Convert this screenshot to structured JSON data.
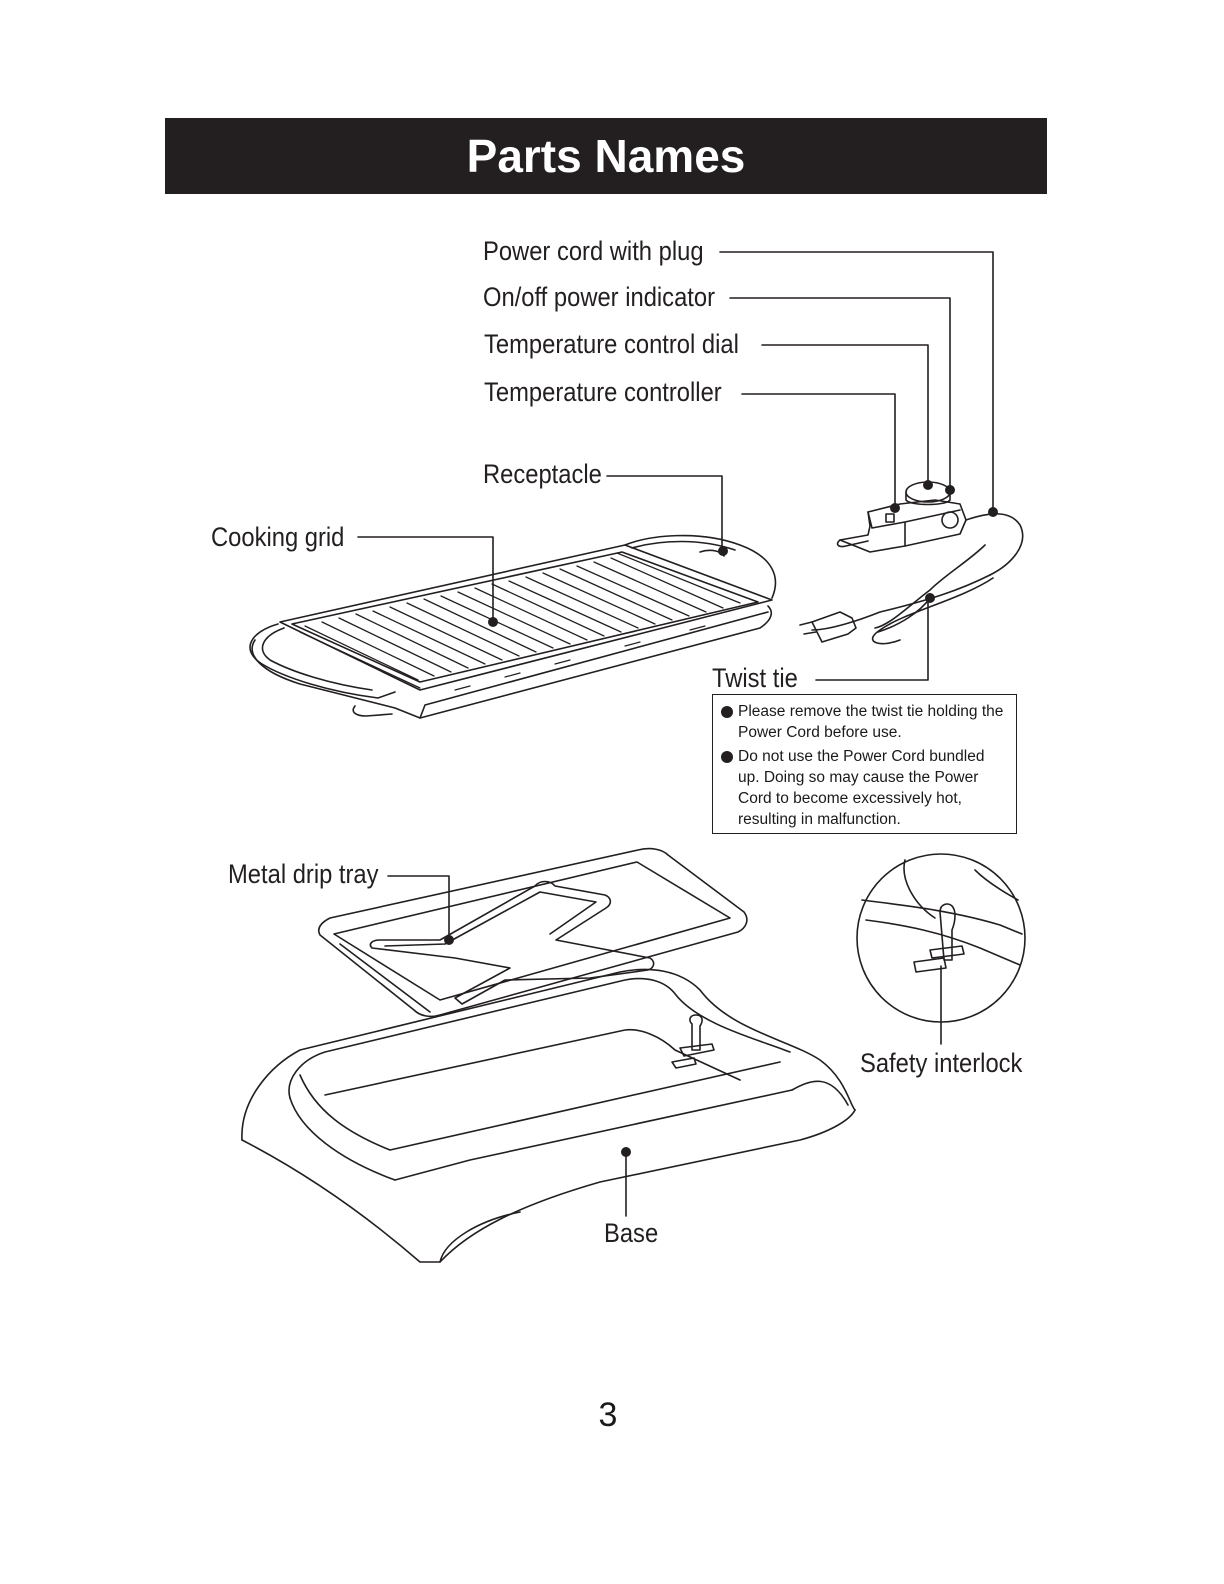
{
  "title": "Parts Names",
  "labels": {
    "power_cord": "Power cord with plug",
    "power_indicator": "On/off power indicator",
    "temp_dial": "Temperature control dial",
    "temp_controller": "Temperature controller",
    "receptacle": "Receptacle",
    "cooking_grid": "Cooking grid",
    "twist_tie": "Twist tie",
    "metal_drip_tray": "Metal drip tray",
    "safety_interlock": "Safety interlock",
    "base": "Base"
  },
  "notes": [
    "Please remove the twist tie holding the Power Cord before use.",
    "Do not use the Power Cord bundled up. Doing so may cause the Power Cord to become excessively hot, resulting in malfunction."
  ],
  "page_number": "3"
}
